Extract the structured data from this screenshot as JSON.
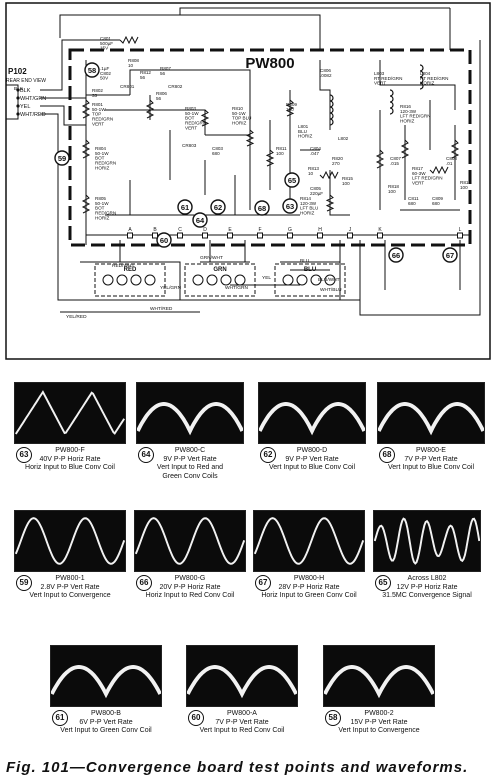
{
  "schematic": {
    "connector": {
      "ref": "P102",
      "view": "REAR END VIEW",
      "pins": [
        "BLK",
        "WHT/GRN",
        "YEL",
        "WHT/RED"
      ]
    },
    "board_label": "PW800",
    "components": [
      {
        "id": "c801",
        "text": "C801\n500µF\n15V"
      },
      {
        "id": "c802",
        "text": ".1µF\nC802\n50V"
      },
      {
        "id": "r801",
        "text": "R801\n50-1W\nTOP\nRED/GRN\nVERT"
      },
      {
        "id": "r802",
        "text": "R802\n33"
      },
      {
        "id": "r804",
        "text": "R804\n50-1W\nBOT\nRED/GRN\nHORIZ"
      },
      {
        "id": "r805",
        "text": "R805\n50-1W\nBOT\nRED/GRN\nHORIZ"
      },
      {
        "id": "r806",
        "text": "R806\n56"
      },
      {
        "id": "r808",
        "text": "R808\n10"
      },
      {
        "id": "r807",
        "text": "R807\n56"
      },
      {
        "id": "r812",
        "text": "R812\n56"
      },
      {
        "id": "cr801",
        "text": "CR801"
      },
      {
        "id": "cr802",
        "text": "CR802"
      },
      {
        "id": "r803",
        "text": "R803\n50-1W\nBOT\nRED/GRN\nVERT"
      },
      {
        "id": "cr803",
        "text": "CR803"
      },
      {
        "id": "c803",
        "text": "C803\n680"
      },
      {
        "id": "r810",
        "text": "R810\n50-1W\nTOP BLU\nHORIZ"
      },
      {
        "id": "r809",
        "text": "R809\n100"
      },
      {
        "id": "r811",
        "text": "R811\n100"
      },
      {
        "id": "l801",
        "text": "L801\nBLU\nHORIZ"
      },
      {
        "id": "c804",
        "text": "C804\n.047"
      },
      {
        "id": "c806",
        "text": "C806\n.0082"
      },
      {
        "id": "l802",
        "text": "L802"
      },
      {
        "id": "r813",
        "text": "R813\n10"
      },
      {
        "id": "c805",
        "text": "C805\n220µF"
      },
      {
        "id": "r814",
        "text": "R814\n120-3W\nLFT BLU\nHORIZ"
      },
      {
        "id": "r820",
        "text": "R820\n270"
      },
      {
        "id": "r815",
        "text": "R815\n100"
      },
      {
        "id": "l803",
        "text": "L803\nRT RED/GRN\nVERT"
      },
      {
        "id": "l804",
        "text": "L804\nRT RED/GRN\nHORIZ"
      },
      {
        "id": "r816",
        "text": "R816\n120-3W\nLFT RED/GRN\nHORIZ"
      },
      {
        "id": "c807",
        "text": "C807\n.015"
      },
      {
        "id": "c808",
        "text": "C808\n.01"
      },
      {
        "id": "r817",
        "text": "R817\n60-3W\nLFT RED/GRN\nVERT"
      },
      {
        "id": "r818",
        "text": "R818\n100"
      },
      {
        "id": "c811",
        "text": "C811\n680"
      },
      {
        "id": "c809",
        "text": "C809\n680"
      },
      {
        "id": "r819",
        "text": "R819\n100"
      }
    ],
    "test_points": [
      "58",
      "59",
      "61",
      "64",
      "62",
      "68",
      "63",
      "65",
      "60",
      "66",
      "67"
    ],
    "terminals": [
      "A",
      "B",
      "C",
      "D",
      "E",
      "F",
      "G",
      "H",
      "J",
      "K",
      "L"
    ],
    "coils": [
      {
        "id": "red",
        "text": "RED"
      },
      {
        "id": "grn",
        "text": "GRN"
      },
      {
        "id": "blu",
        "text": "BLU"
      }
    ],
    "wire_labels": [
      "RED/WHT",
      "GRN/WHT",
      "YEL/GRN",
      "WHT/GRN",
      "YEL",
      "BLU",
      "BLU/WHT",
      "WHT/BLU",
      "WHT/RED",
      "YEL/RED",
      "BLK"
    ]
  },
  "waveforms": [
    {
      "num": "63",
      "title": "PW800-F",
      "lines": [
        "40V P-P Horiz Rate",
        "Horiz Input to Blue Conv Coil"
      ],
      "shape": "sawup"
    },
    {
      "num": "64",
      "title": "PW800-C",
      "lines": [
        "9V P-P Vert Rate",
        "Vert Input to Red and",
        "Green Conv Coils"
      ],
      "shape": "parabolic"
    },
    {
      "num": "62",
      "title": "PW800-D",
      "lines": [
        "9V P-P Vert Rate",
        "Vert Input to Blue Conv Coil"
      ],
      "shape": "noisyparab"
    },
    {
      "num": "68",
      "title": "PW800-E",
      "lines": [
        "7V P-P Vert Rate",
        "Vert Input to Blue Conv Coil"
      ],
      "shape": "parabolic"
    },
    {
      "num": "59",
      "title": "PW800-1",
      "lines": [
        "2.8V P-P Vert Rate",
        "Vert Input to Convergence"
      ],
      "shape": "sine"
    },
    {
      "num": "66",
      "title": "PW800-G",
      "lines": [
        "20V P-P Horiz Rate",
        "Horiz Input to Red Conv Coil"
      ],
      "shape": "sine"
    },
    {
      "num": "67",
      "title": "PW800-H",
      "lines": [
        "28V P-P Horiz Rate",
        "Horiz Input to Green Conv Coil"
      ],
      "shape": "sine"
    },
    {
      "num": "65",
      "title": "Across L802",
      "lines": [
        "12V P-P Horiz Rate",
        "31.5MC Convergence Signal"
      ],
      "shape": "damped"
    },
    {
      "num": "61",
      "title": "PW800-B",
      "lines": [
        "6V P-P Vert Rate",
        "Vert Input to Green Conv Coil"
      ],
      "shape": "parabolic"
    },
    {
      "num": "60",
      "title": "PW800-A",
      "lines": [
        "7V P-P Vert Rate",
        "Vert Input to Red Conv Coil"
      ],
      "shape": "parabolic"
    },
    {
      "num": "58",
      "title": "PW800-2",
      "lines": [
        "15V P-P Vert Rate",
        "Vert Input to Convergence"
      ],
      "shape": "parabolic"
    }
  ],
  "caption": "Fig. 101—Convergence board test points and waveforms."
}
